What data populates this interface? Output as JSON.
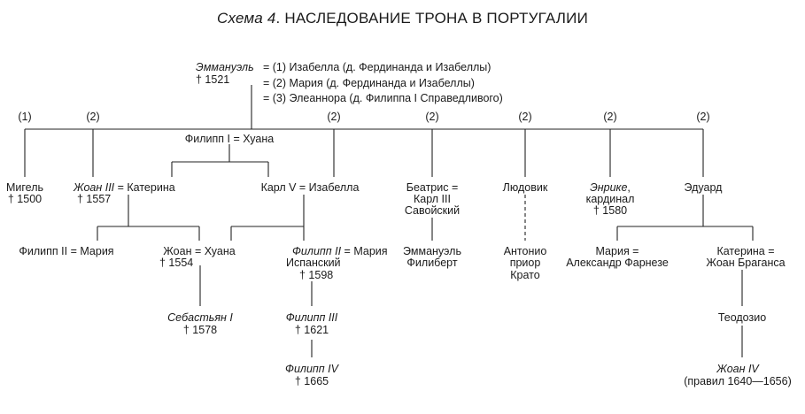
{
  "title": {
    "prefix": "Схема 4",
    "text": ". НАСЛЕДОВАНИЕ ТРОНА В ПОРТУГАЛИИ"
  },
  "root": {
    "name": "Эммануэль",
    "died": "† 1521",
    "marriages": [
      "= (1) Изабелла (д. Фердинанда и Изабеллы)",
      "= (2) Мария (д. Фердинанда и Изабеллы)",
      "= (3) Элеаннора (д. Филиппа I Справедливого)"
    ]
  },
  "branch_marks": [
    "(1)",
    "(2)",
    "(2)",
    "(2)",
    "(2)",
    "(2)",
    "(2)"
  ],
  "philip_i": "Филипп I = Хуана",
  "miguel": {
    "name": "Мигель",
    "died": "† 1500"
  },
  "joao3": {
    "name": "Жоан III",
    "spouse": " = Катерина",
    "died": "† 1557"
  },
  "karl5": {
    "name": "Карл V  =  Изабелла"
  },
  "beatris": {
    "lines": [
      "Беатрис =",
      "Карл III",
      "Савойский"
    ]
  },
  "ludovik": {
    "name": "Людовик"
  },
  "enrike": {
    "name": "Энрике",
    "suffix": ",",
    "line2": "кардинал",
    "died": "† 1580"
  },
  "eduard": {
    "name": "Эдуард"
  },
  "philip2_maria": "Филипп II = Мария",
  "joao_huana": {
    "name": "Жоан = Хуана",
    "died": "† 1554"
  },
  "philip2": {
    "name": "Филипп II",
    "spouse": " = Мария",
    "line2": "Испанский",
    "died": "† 1598"
  },
  "emmanuel_filibert": {
    "lines": [
      "Эммануэль",
      "Филиберт"
    ]
  },
  "antonio": {
    "lines": [
      "Антонио",
      "приор",
      "Крато"
    ]
  },
  "maria_farnese": {
    "lines": [
      "Мария =",
      "Александр Фарнезе"
    ]
  },
  "katerina_braganza": {
    "lines": [
      "Катерина =",
      "Жоан Браганса"
    ]
  },
  "sebastian": {
    "name": "Себастьян I",
    "died": "† 1578"
  },
  "teodozio": {
    "name": "Теодозио"
  },
  "philip3": {
    "name": "Филипп III",
    "died": "† 1621"
  },
  "philip4": {
    "name": "Филипп IV",
    "died": "† 1665"
  },
  "joao4": {
    "name": "Жоан IV",
    "reign": "(правил 1640—1656)"
  }
}
